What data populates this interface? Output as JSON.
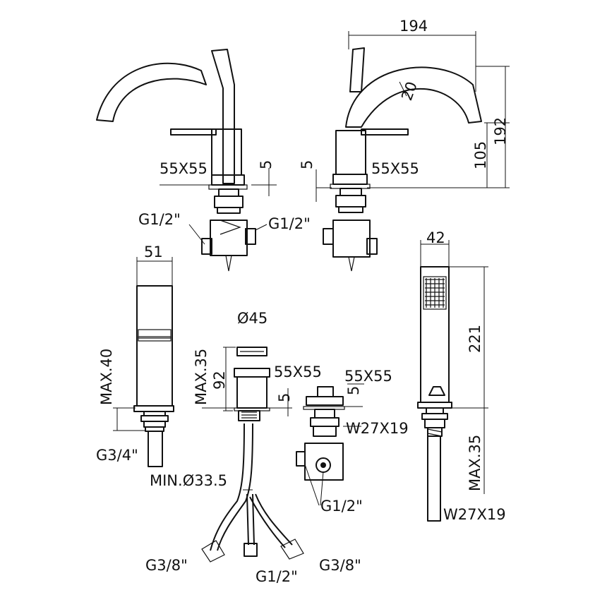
{
  "labels": {
    "mixer_left_55x55": "55X55",
    "mixer_left_5": "5",
    "mixer_left_g12_a": "G1/2\"",
    "mixer_left_g12_b": "G1/2\"",
    "spout_194": "194",
    "spout_20": "20",
    "spout_192": "192",
    "spout_105": "105",
    "spout_55x55": "55X55",
    "spout_5": "5",
    "lever_51": "51",
    "lever_max40": "MAX.40",
    "lever_g34": "G3/4\"",
    "body_d45": "Ø45",
    "body_max35": "MAX.35",
    "body_92": "92",
    "body_55x55": "55X55",
    "body_5": "5",
    "body_min335": "MIN.Ø33.5",
    "hose_g38_left": "G3/8\"",
    "hose_g12": "G1/2\"",
    "hose_g38_right": "G3/8\"",
    "valve_55x55": "55X55",
    "valve_5": "5",
    "valve_w27x19": "W27X19",
    "valve_g12": "G1/2\"",
    "shower_42": "42",
    "shower_221": "221",
    "shower_max35": "MAX.35",
    "shower_w27x19": "W27X19"
  }
}
